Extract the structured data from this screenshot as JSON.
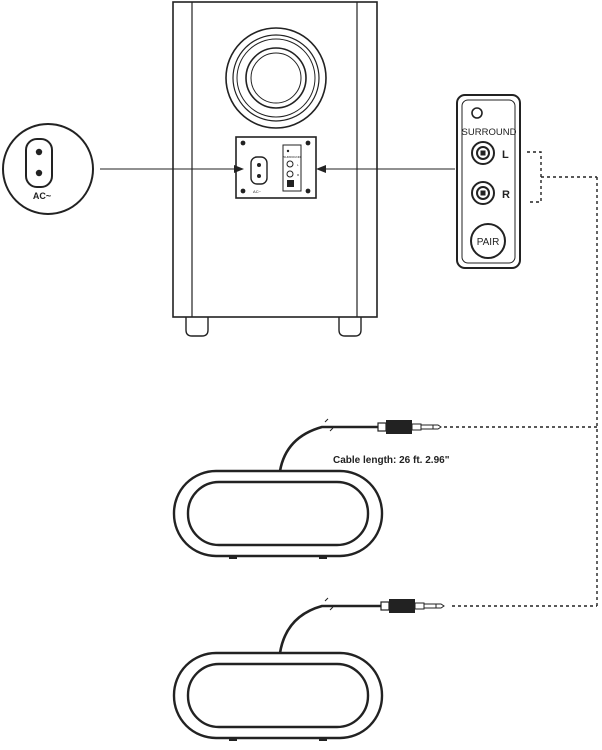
{
  "ac_callout": {
    "label": "AC~"
  },
  "sub_panel": {
    "ac_label": "AC~",
    "mini_labels": [
      "L",
      "R",
      "SURROUND"
    ]
  },
  "surround_panel": {
    "title": "SURROUND",
    "left_label": "L",
    "right_label": "R",
    "pair_button": "PAIR"
  },
  "cable": {
    "label": "Cable length: 26 ft. 2.96\""
  },
  "colors": {
    "line": "#222222",
    "bg": "#ffffff"
  },
  "icons": [
    "ac-socket-icon",
    "led-icon",
    "rca-jack-icon",
    "audio-plug-icon"
  ]
}
